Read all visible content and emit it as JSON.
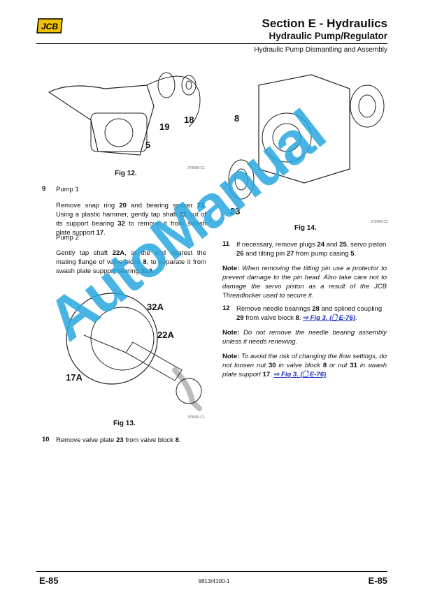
{
  "header": {
    "logo": "JCB",
    "section": "Section E - Hydraulics",
    "subsection": "Hydraulic Pump/Regulator",
    "topic": "Hydraulic Pump Dismantling and Assembly"
  },
  "fig12": {
    "caption": "Fig 12.",
    "id": "379580-C1",
    "callouts": [
      "19",
      "18",
      "5"
    ]
  },
  "fig13": {
    "caption": "Fig 13.",
    "id": "379590-C1",
    "callouts": [
      "32A",
      "22A",
      "17A"
    ]
  },
  "fig14": {
    "caption": "Fig 14.",
    "id": "379689-C2",
    "callouts": [
      "8",
      "23"
    ]
  },
  "step9": {
    "num": "9",
    "pump1": "Pump 1",
    "p1": [
      {
        "t": "Remove snap ring "
      },
      {
        "b": "20"
      },
      {
        "t": " and bearing spacer "
      },
      {
        "b": "21"
      },
      {
        "t": ". Using a plastic hammer, gently tap shaft "
      },
      {
        "b": "22"
      },
      {
        "t": " out of its support bearing "
      },
      {
        "b": "32"
      },
      {
        "t": " to remove it from swash plate support "
      },
      {
        "b": "17"
      },
      {
        "t": "."
      }
    ],
    "pump2": "Pump 2",
    "p2": [
      {
        "t": "Gently tap shaft "
      },
      {
        "b": "22A"
      },
      {
        "t": ", at the end nearest the mating flange of valve block "
      },
      {
        "b": "8"
      },
      {
        "t": ", to separate it from swash plate support bearing "
      },
      {
        "b": "32A"
      },
      {
        "t": "."
      }
    ]
  },
  "step10": {
    "num": "10",
    "text": [
      {
        "t": "Remove valve plate "
      },
      {
        "b": "23"
      },
      {
        "t": " from valve block "
      },
      {
        "b": "8"
      },
      {
        "t": "."
      }
    ]
  },
  "step11": {
    "num": "11",
    "text": [
      {
        "t": "If necessary, remove plugs "
      },
      {
        "b": "24"
      },
      {
        "t": " and "
      },
      {
        "b": "25"
      },
      {
        "t": ", servo piston "
      },
      {
        "b": "26"
      },
      {
        "t": " and tilting pin "
      },
      {
        "b": "27"
      },
      {
        "t": " from pump casing "
      },
      {
        "b": "5"
      },
      {
        "t": "."
      }
    ]
  },
  "note1": [
    {
      "b": "Note:"
    },
    {
      "t": " When removing the tilting pin use a protector to prevent damage to the pin head. Also take care not to damage the servo piston as a result of the JCB Threadlocker used to secure it."
    }
  ],
  "step12": {
    "num": "12",
    "text": [
      {
        "t": "Remove needle bearings "
      },
      {
        "b": "28"
      },
      {
        "t": " and splined coupling "
      },
      {
        "b": "29"
      },
      {
        "t": " from valve block "
      },
      {
        "b": "8"
      },
      {
        "t": ". "
      },
      {
        "a": "⇨ Fig 3. (🗋 E-76)"
      },
      {
        "t": "."
      }
    ]
  },
  "note2": [
    {
      "b": "Note:"
    },
    {
      "t": " Do not remove the needle bearing assembly unless it needs renewing."
    }
  ],
  "note3": [
    {
      "b": "Note:"
    },
    {
      "t": " To avoid the risk of changing the flow settings, do not loosen nut "
    },
    {
      "b": "30"
    },
    {
      "t": " in valve block "
    },
    {
      "b": "8"
    },
    {
      "t": " or nut "
    },
    {
      "b": "31"
    },
    {
      "t": " in swash plate support "
    },
    {
      "b": "17"
    },
    {
      "t": ". "
    },
    {
      "a": "⇨ Fig 3. (🗋 E-76)"
    },
    {
      "t": "."
    }
  ],
  "watermark": "AutoManual",
  "footer": {
    "left": "E-85",
    "center": "9813/4100-1",
    "right": "E-85"
  }
}
